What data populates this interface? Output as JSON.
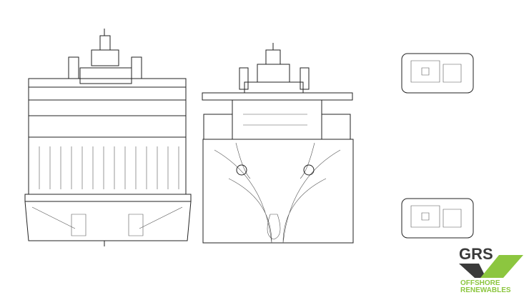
{
  "drawing": {
    "title": "Vessel general arrangement - front and rear elevations, deck plans"
  },
  "logo": {
    "main": "GRS",
    "line1": "OFFSHORE",
    "line2": "RENEWABLES",
    "colors": {
      "dark": "#3a3a3a",
      "green": "#8cc63f"
    }
  }
}
